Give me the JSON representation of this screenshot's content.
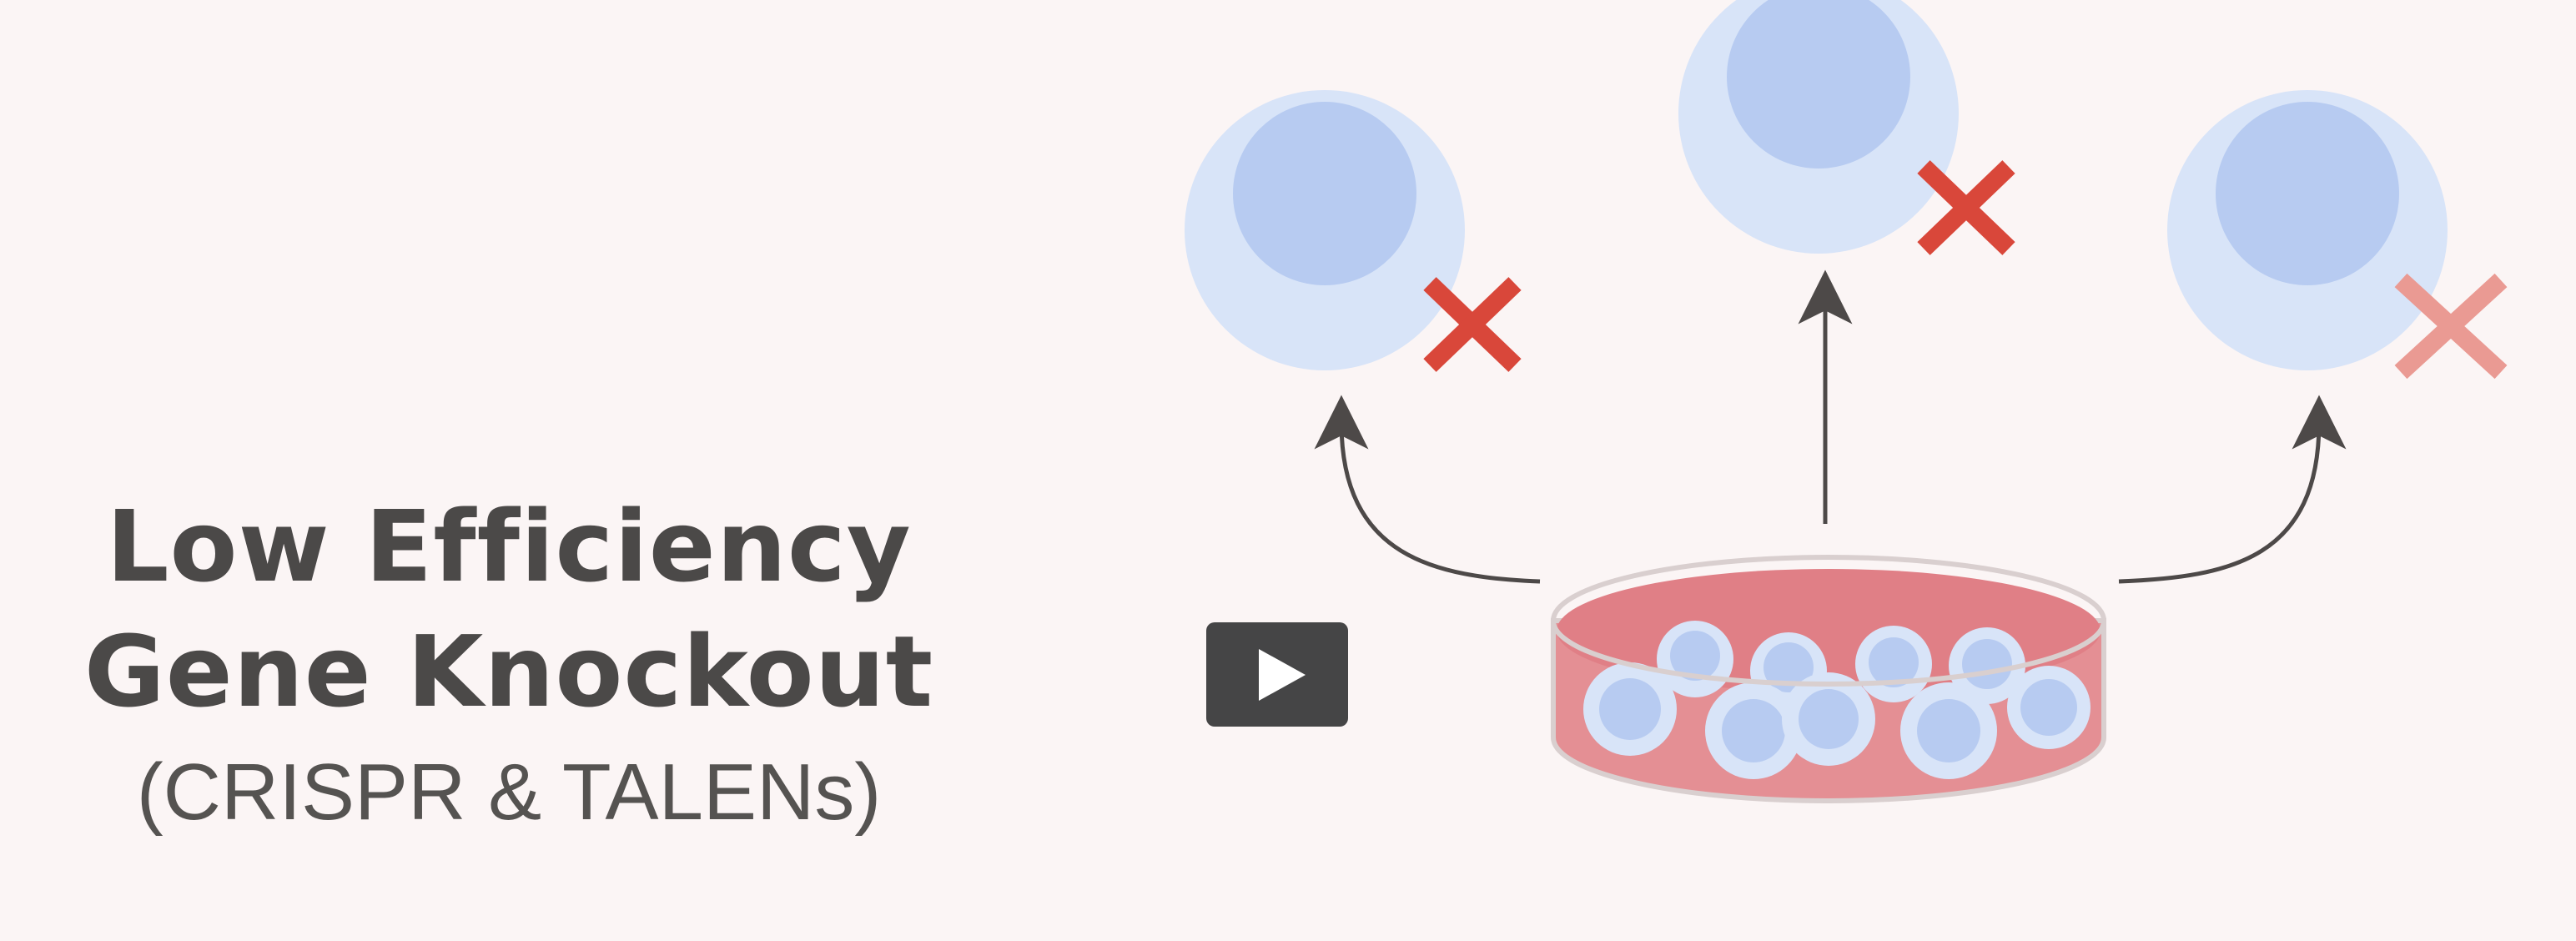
{
  "caption": {
    "line1": "Low Efficiency",
    "line2": "Gene Knockout",
    "line3": "(CRISPR & TALENs)"
  },
  "colors": {
    "background": "#fbf5f5",
    "text": "#4b4948",
    "cell_outer": "#d8e4f8",
    "cell_nucleus": "#b7cbf1",
    "knockout_mark": "#d9473a",
    "knockout_mark_faded": "#ea9a93",
    "arrow": "#4d4948",
    "dish_media": "#e48f94",
    "play_button": "#454546"
  },
  "icons": {
    "play": "play-icon",
    "knockout": "x-mark-icon"
  }
}
